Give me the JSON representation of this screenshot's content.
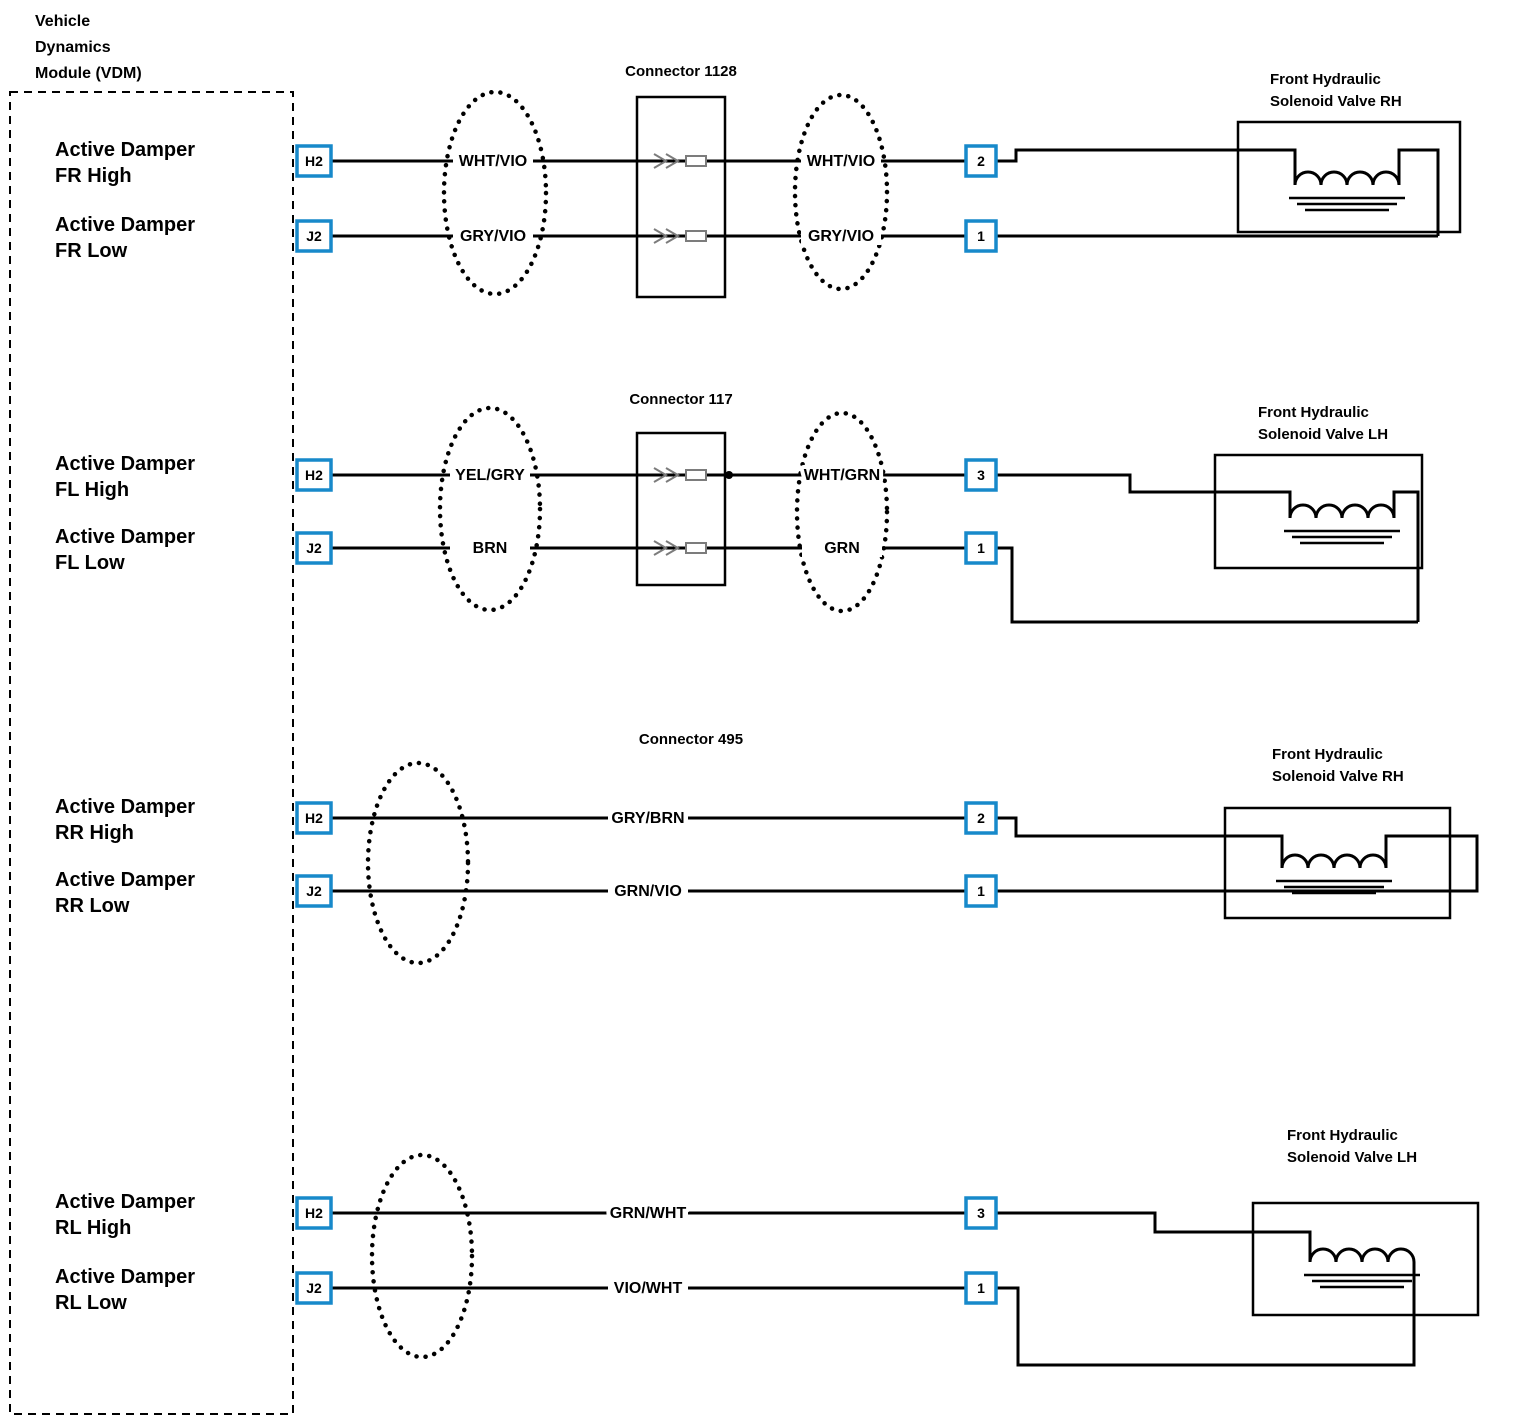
{
  "vdm": {
    "title_lines": [
      "Vehicle",
      "Dynamics",
      "Module (VDM)"
    ]
  },
  "circuits": [
    {
      "connector_title": "Connector 1128",
      "valve_title_lines": [
        "Front Hydraulic",
        "Solenoid Valve RH"
      ],
      "wires": [
        {
          "label_lines": [
            "Active Damper",
            "FR High"
          ],
          "vdm_pin": "H2",
          "wire_label_left": "WHT/VIO",
          "wire_label_right": "WHT/VIO",
          "valve_pin": "2"
        },
        {
          "label_lines": [
            "Active Damper",
            "FR Low"
          ],
          "vdm_pin": "J2",
          "wire_label_left": "GRY/VIO",
          "wire_label_right": "GRY/VIO",
          "valve_pin": "1"
        }
      ]
    },
    {
      "connector_title": "Connector 117",
      "valve_title_lines": [
        "Front Hydraulic",
        "Solenoid Valve LH"
      ],
      "wires": [
        {
          "label_lines": [
            "Active Damper",
            "FL High"
          ],
          "vdm_pin": "H2",
          "wire_label_left": "YEL/GRY",
          "wire_label_right": "WHT/GRN",
          "valve_pin": "3"
        },
        {
          "label_lines": [
            "Active Damper",
            "FL Low"
          ],
          "vdm_pin": "J2",
          "wire_label_left": "BRN",
          "wire_label_right": "GRN",
          "valve_pin": "1"
        }
      ]
    },
    {
      "connector_title": "Connector 495",
      "valve_title_lines": [
        "Front Hydraulic",
        "Solenoid Valve RH"
      ],
      "wires": [
        {
          "label_lines": [
            "Active Damper",
            "RR High"
          ],
          "vdm_pin": "H2",
          "wire_label": "GRY/BRN",
          "valve_pin": "2"
        },
        {
          "label_lines": [
            "Active Damper",
            "RR Low"
          ],
          "vdm_pin": "J2",
          "wire_label": "GRN/VIO",
          "valve_pin": "1"
        }
      ]
    },
    {
      "valve_title_lines": [
        "Front Hydraulic",
        "Solenoid Valve LH"
      ],
      "wires": [
        {
          "label_lines": [
            "Active Damper",
            "RL High"
          ],
          "vdm_pin": "H2",
          "wire_label": "GRN/WHT",
          "valve_pin": "3"
        },
        {
          "label_lines": [
            "Active Damper",
            "RL Low"
          ],
          "vdm_pin": "J2",
          "wire_label": "VIO/WHT",
          "valve_pin": "1"
        }
      ]
    }
  ],
  "colors": {
    "pin_border_blue": "#1789ca",
    "wire": "#000000",
    "background": "#ffffff"
  }
}
